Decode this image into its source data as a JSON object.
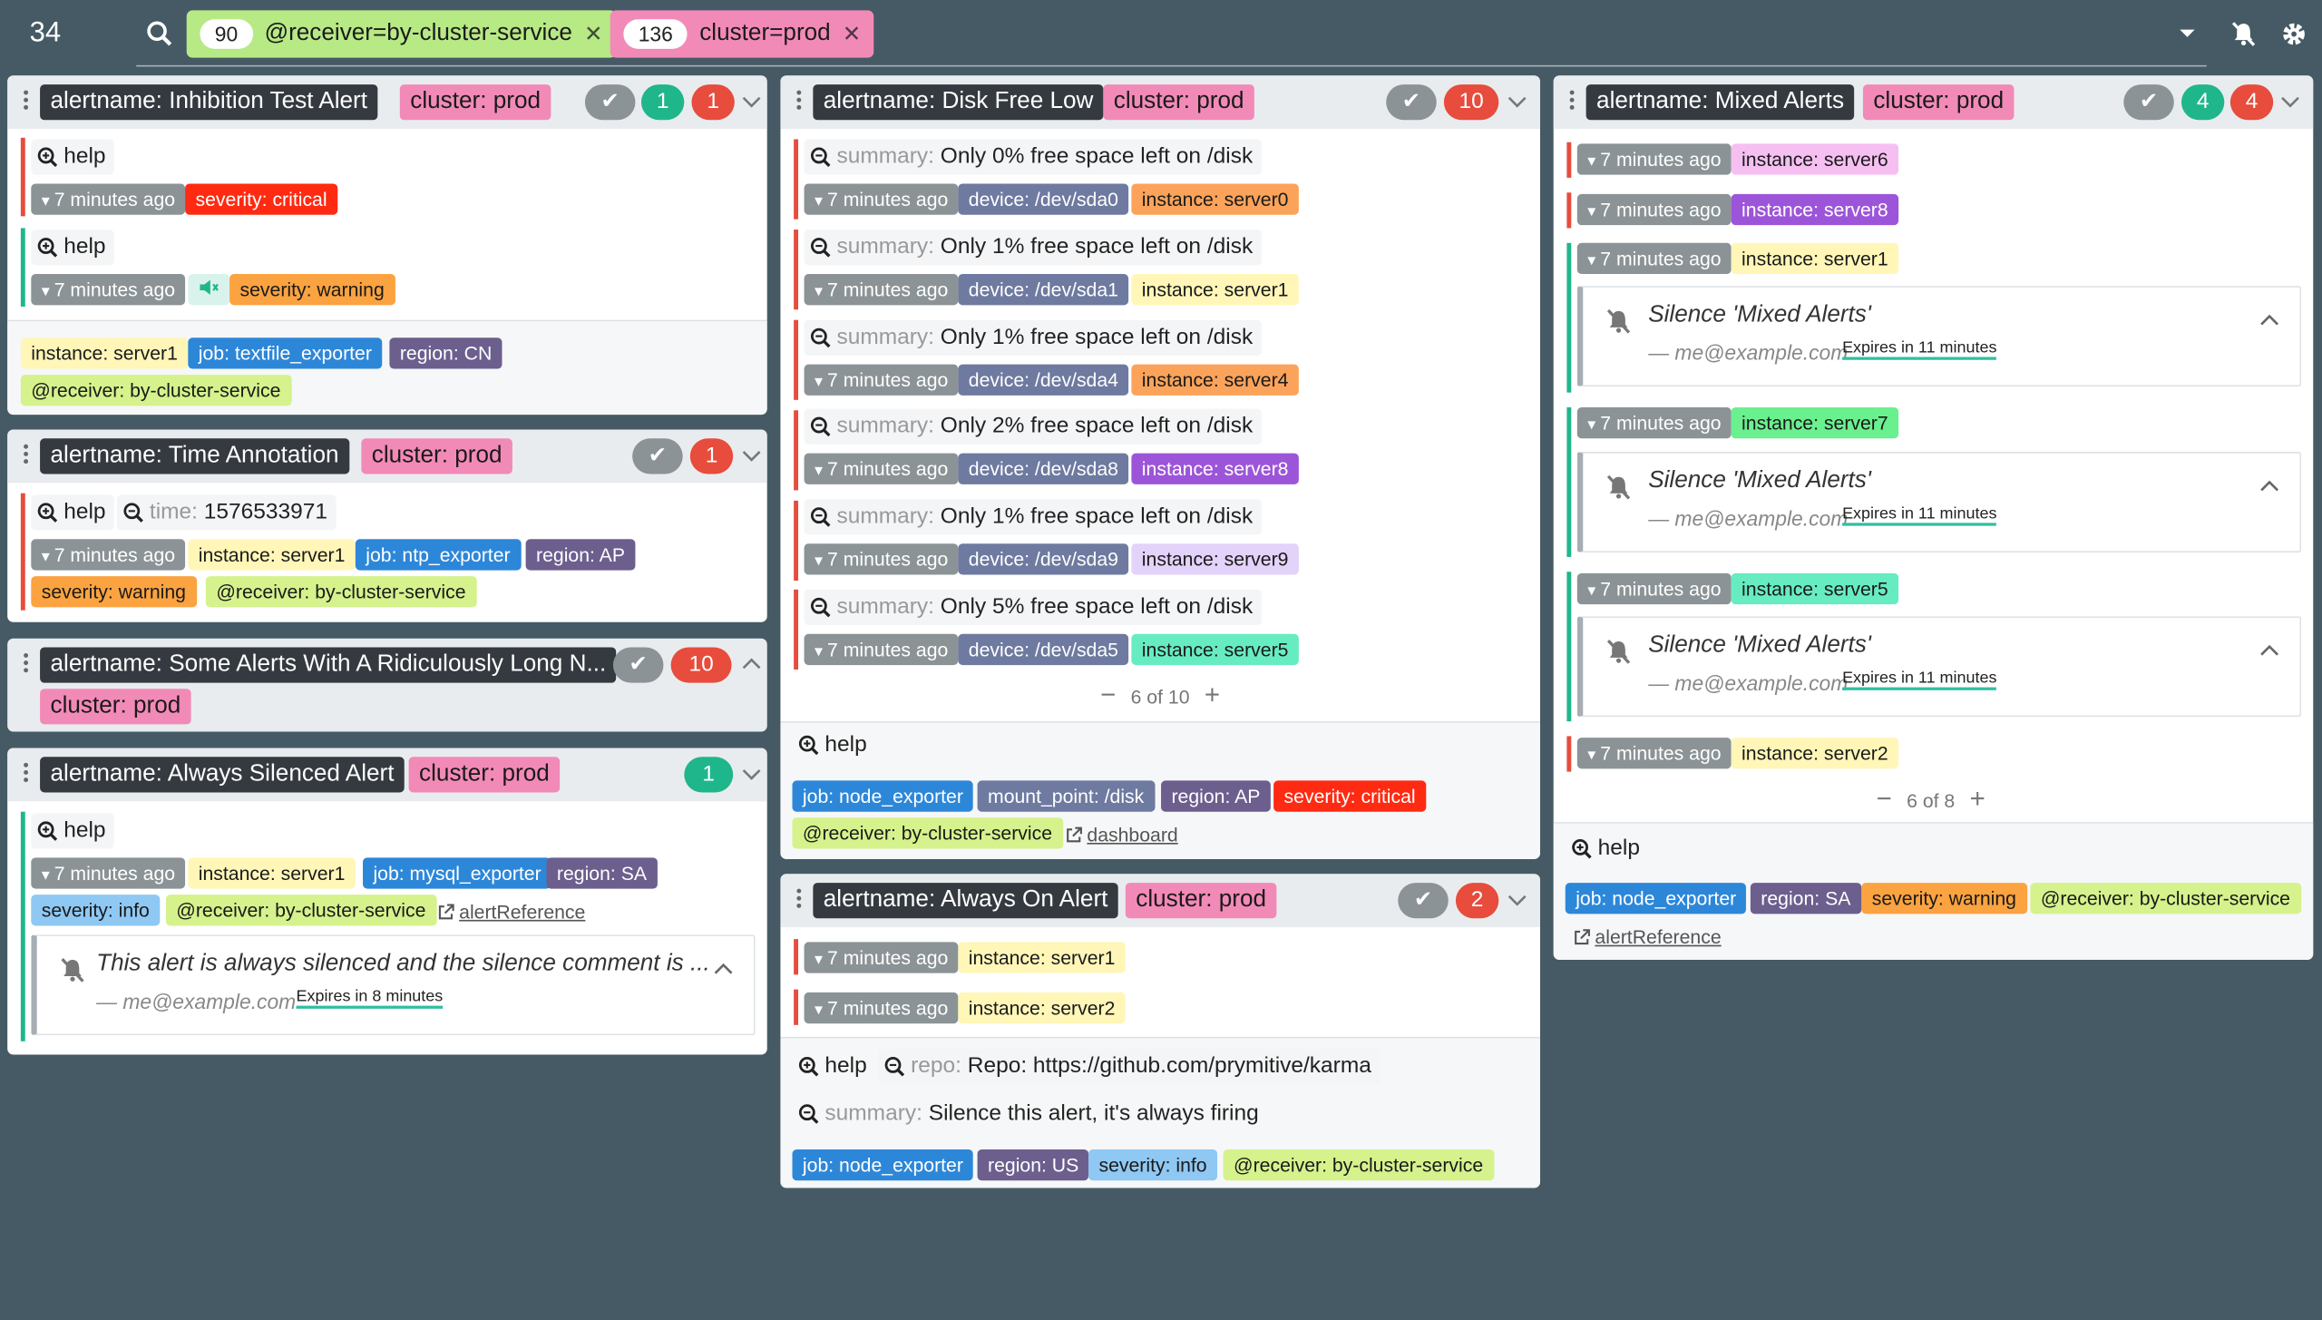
{
  "nav": {
    "count": "34",
    "filters": [
      {
        "count": "90",
        "text": "@receiver=by-cluster-service",
        "color": "#b7e985"
      },
      {
        "count": "136",
        "text": "cluster=prod",
        "color": "#f28ab8"
      }
    ],
    "icons": [
      "chevron-down-icon",
      "bell-slash-icon",
      "gear-icon"
    ]
  },
  "common": {
    "help": "help",
    "ago": "7 minutes ago",
    "silence_author": "— me@example.com",
    "summary_key": "summary:",
    "expires11": "Expires in 11 minutes",
    "expires8": "Expires in 8 minutes"
  },
  "g1": {
    "name": "alertname: Inhibition Test Alert",
    "cluster": "cluster: prod",
    "count_green": "1",
    "count_red": "1",
    "a1_sev": "severity: critical",
    "a2_sev": "severity: warning",
    "labels": [
      "instance: server1",
      "job: textfile_exporter",
      "region: CN",
      "@receiver: by-cluster-service"
    ]
  },
  "g2": {
    "name": "alertname: Time Annotation",
    "cluster": "cluster: prod",
    "count_red": "1",
    "time_key": "time:",
    "time_val": "1576533971",
    "labels": [
      "instance: server1",
      "job: ntp_exporter",
      "region: AP",
      "severity: warning",
      "@receiver: by-cluster-service"
    ]
  },
  "g3": {
    "name": "alertname: Some Alerts With A Ridiculously Long N...",
    "cluster": "cluster: prod",
    "count_red": "10"
  },
  "g4": {
    "name": "alertname: Always Silenced Alert",
    "cluster": "cluster: prod",
    "count_green": "1",
    "labels": [
      "instance: server1",
      "job: mysql_exporter",
      "region: SA",
      "severity: info",
      "@receiver: by-cluster-service"
    ],
    "link": "alertReference",
    "silence": "This alert is always silenced and the silence comment is ..."
  },
  "g5": {
    "name": "alertname: Disk Free Low",
    "cluster": "cluster: prod",
    "count_red": "10",
    "alerts": [
      {
        "summary": "Only 0% free space left on /disk",
        "device": "device: /dev/sda0",
        "instance": "instance: server0"
      },
      {
        "summary": "Only 1% free space left on /disk",
        "device": "device: /dev/sda1",
        "instance": "instance: server1"
      },
      {
        "summary": "Only 1% free space left on /disk",
        "device": "device: /dev/sda4",
        "instance": "instance: server4"
      },
      {
        "summary": "Only 2% free space left on /disk",
        "device": "device: /dev/sda8",
        "instance": "instance: server8"
      },
      {
        "summary": "Only 1% free space left on /disk",
        "device": "device: /dev/sda9",
        "instance": "instance: server9"
      },
      {
        "summary": "Only 5% free space left on /disk",
        "device": "device: /dev/sda5",
        "instance": "instance: server5"
      }
    ],
    "pager": "6 of 10",
    "labels": [
      "job: node_exporter",
      "mount_point: /disk",
      "region: AP",
      "severity: critical",
      "@receiver: by-cluster-service"
    ],
    "link": "dashboard"
  },
  "g6": {
    "name": "alertname: Always On Alert",
    "cluster": "cluster: prod",
    "count_red": "2",
    "instances": [
      "instance: server1",
      "instance: server2"
    ],
    "repo_key": "repo:",
    "repo_val": "Repo: https://github.com/prymitive/karma",
    "summary_val": "Silence this alert, it's always firing",
    "labels": [
      "job: node_exporter",
      "region: US",
      "severity: info",
      "@receiver: by-cluster-service"
    ]
  },
  "g7": {
    "name": "alertname: Mixed Alerts",
    "cluster": "cluster: prod",
    "count_green": "4",
    "count_red": "4",
    "instances": [
      "instance: server6",
      "instance: server8",
      "instance: server1",
      "instance: server7",
      "instance: server5",
      "instance: server2"
    ],
    "silence": "Silence 'Mixed Alerts'",
    "pager": "6 of 8",
    "labels": [
      "job: node_exporter",
      "region: SA",
      "severity: warning",
      "@receiver: by-cluster-service"
    ],
    "link": "alertReference"
  }
}
